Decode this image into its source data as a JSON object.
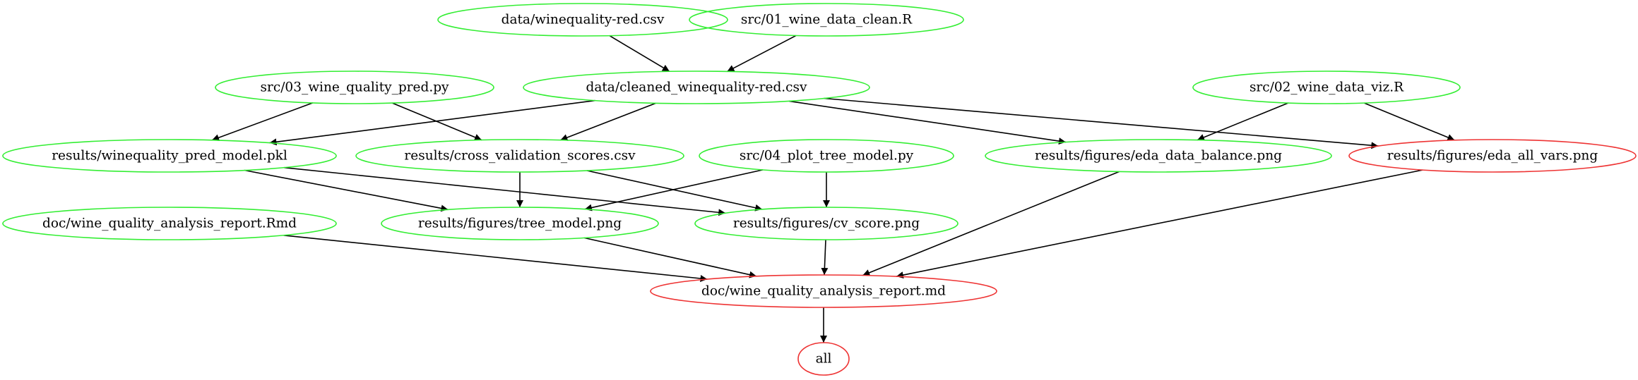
{
  "colors": {
    "source_outline": "#33ee33",
    "target_outline": "#ee3333",
    "edge": "#000000",
    "text": "#000000",
    "background": "#ffffff"
  },
  "nodes": [
    {
      "id": "wq_red",
      "label": "data/winequality-red.csv",
      "status": "up-to-date"
    },
    {
      "id": "clean_r",
      "label": "src/01_wine_data_clean.R",
      "status": "up-to-date"
    },
    {
      "id": "pred_py",
      "label": "src/03_wine_quality_pred.py",
      "status": "up-to-date"
    },
    {
      "id": "cleaned",
      "label": "data/cleaned_winequality-red.csv",
      "status": "up-to-date"
    },
    {
      "id": "viz_r",
      "label": "src/02_wine_data_viz.R",
      "status": "up-to-date"
    },
    {
      "id": "pkl",
      "label": "results/winequality_pred_model.pkl",
      "status": "up-to-date"
    },
    {
      "id": "cvcsv",
      "label": "results/cross_validation_scores.csv",
      "status": "up-to-date"
    },
    {
      "id": "plot_py",
      "label": "src/04_plot_tree_model.py",
      "status": "up-to-date"
    },
    {
      "id": "balance",
      "label": "results/figures/eda_data_balance.png",
      "status": "up-to-date"
    },
    {
      "id": "allvars",
      "label": "results/figures/eda_all_vars.png",
      "status": "outdated"
    },
    {
      "id": "rmd",
      "label": "doc/wine_quality_analysis_report.Rmd",
      "status": "up-to-date"
    },
    {
      "id": "tree",
      "label": "results/figures/tree_model.png",
      "status": "up-to-date"
    },
    {
      "id": "cvpng",
      "label": "results/figures/cv_score.png",
      "status": "up-to-date"
    },
    {
      "id": "md",
      "label": "doc/wine_quality_analysis_report.md",
      "status": "outdated"
    },
    {
      "id": "all",
      "label": "all",
      "status": "outdated"
    }
  ],
  "edges": [
    {
      "from": "wq_red",
      "to": "cleaned"
    },
    {
      "from": "clean_r",
      "to": "cleaned"
    },
    {
      "from": "pred_py",
      "to": "pkl"
    },
    {
      "from": "pred_py",
      "to": "cvcsv"
    },
    {
      "from": "cleaned",
      "to": "pkl"
    },
    {
      "from": "cleaned",
      "to": "cvcsv"
    },
    {
      "from": "cleaned",
      "to": "balance"
    },
    {
      "from": "cleaned",
      "to": "allvars"
    },
    {
      "from": "viz_r",
      "to": "balance"
    },
    {
      "from": "viz_r",
      "to": "allvars"
    },
    {
      "from": "pkl",
      "to": "tree"
    },
    {
      "from": "pkl",
      "to": "cvpng"
    },
    {
      "from": "cvcsv",
      "to": "tree"
    },
    {
      "from": "cvcsv",
      "to": "cvpng"
    },
    {
      "from": "plot_py",
      "to": "tree"
    },
    {
      "from": "plot_py",
      "to": "cvpng"
    },
    {
      "from": "balance",
      "to": "md"
    },
    {
      "from": "allvars",
      "to": "md"
    },
    {
      "from": "rmd",
      "to": "md"
    },
    {
      "from": "tree",
      "to": "md"
    },
    {
      "from": "cvpng",
      "to": "md"
    },
    {
      "from": "md",
      "to": "all"
    }
  ]
}
